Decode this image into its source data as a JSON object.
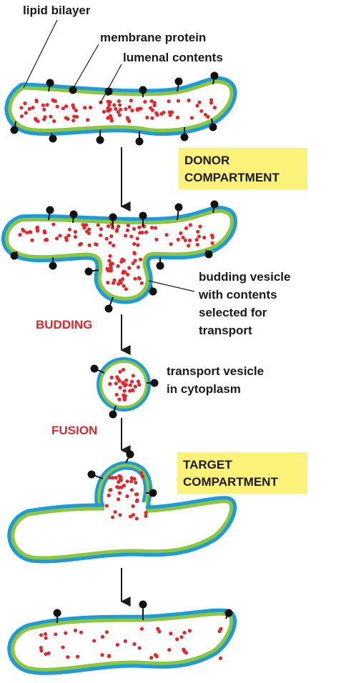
{
  "colors": {
    "membrane_outer": "#1e9ad8",
    "membrane_inner": "#8cc63f",
    "lumen": "#ffffff",
    "content_dot": "#e3262b",
    "protein": "#111111",
    "highlight_box": "#fbf27a",
    "step_label": "#e3262b",
    "text": "#1a1a1a"
  },
  "labels": {
    "lipid_bilayer": "lipid bilayer",
    "membrane_protein": "membrane protein",
    "lumenal_contents": "lumenal contents",
    "donor_line1": "DONOR",
    "donor_line2": "COMPARTMENT",
    "budding_line1": "budding vesicle",
    "budding_line2": "with contents",
    "budding_line3": "selected for",
    "budding_line4": "transport",
    "budding_step": "BUDDING",
    "transport_line1": "transport vesicle",
    "transport_line2": "in cytoplasm",
    "fusion_step": "FUSION",
    "target_line1": "TARGET",
    "target_line2": "COMPARTMENT"
  },
  "icons": [
    "arrow-down-icon",
    "membrane-protein-icon"
  ]
}
